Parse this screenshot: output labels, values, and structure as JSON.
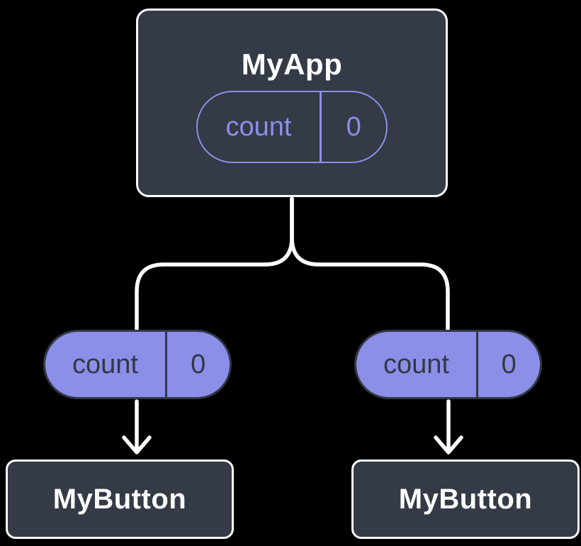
{
  "diagram": {
    "description": "React component tree showing lifted state: MyApp holds count state and passes count prop to two MyButton children",
    "colors": {
      "background": "#000000",
      "node_fill": "#343a46",
      "node_border": "#ffffff",
      "accent": "#8b8fe8",
      "pill_dark": "#313844",
      "connector": "#ffffff",
      "text_light": "#ffffff"
    },
    "root": {
      "title": "MyApp",
      "state": {
        "name": "count",
        "value": "0"
      }
    },
    "children": [
      {
        "prop": {
          "name": "count",
          "value": "0"
        },
        "title": "MyButton"
      },
      {
        "prop": {
          "name": "count",
          "value": "0"
        },
        "title": "MyButton"
      }
    ]
  }
}
